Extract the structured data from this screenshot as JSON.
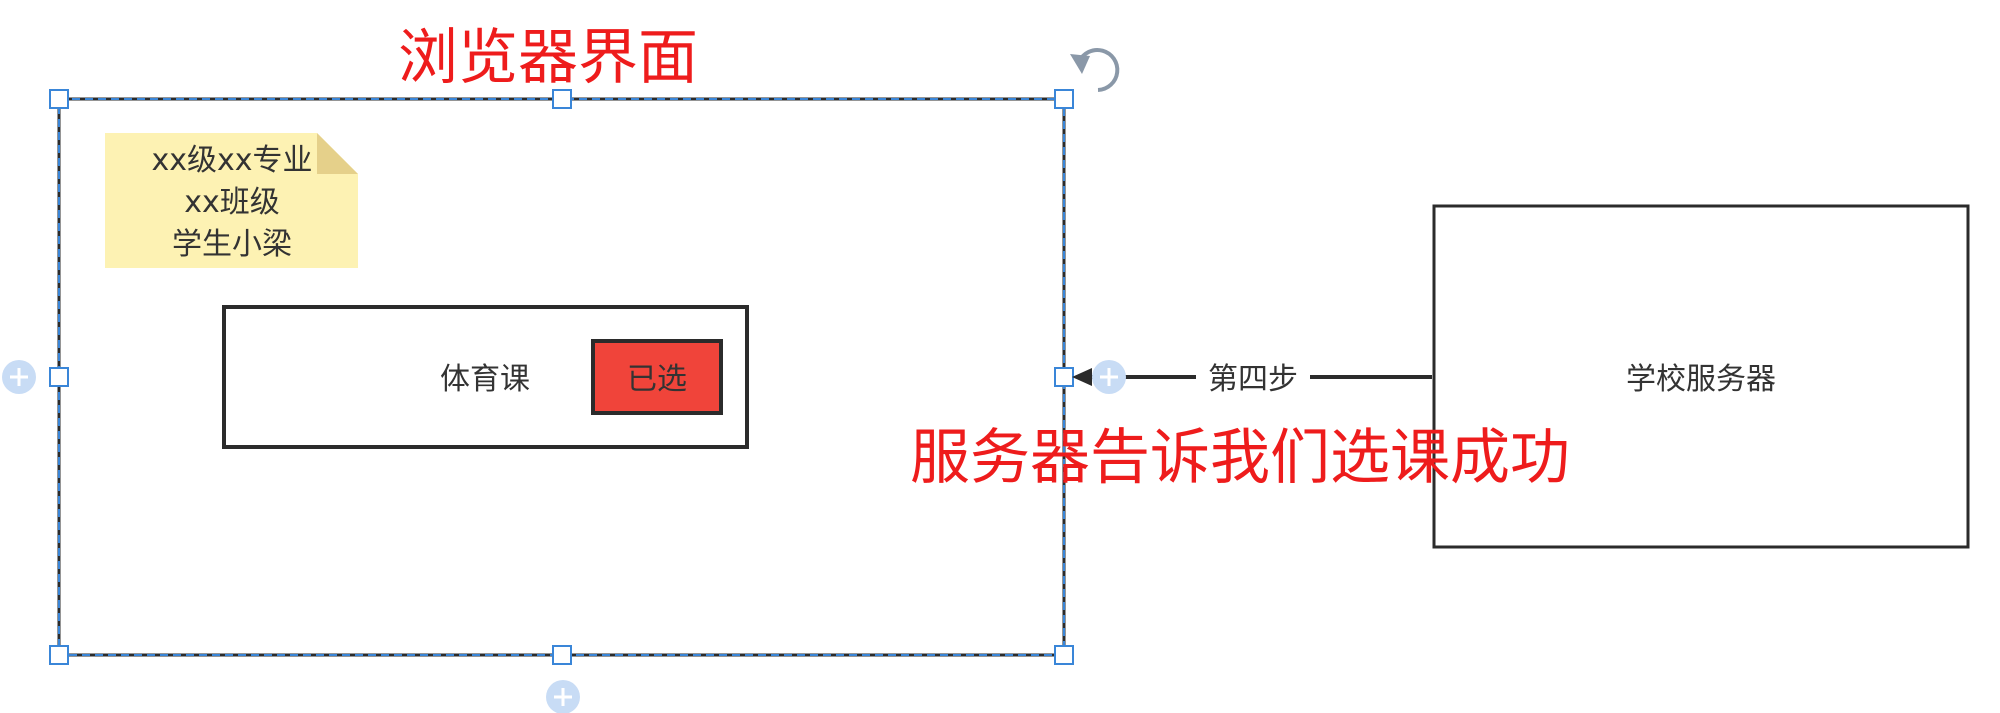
{
  "browser": {
    "title": "浏览器界面",
    "note_lines": [
      "xx级xx专业",
      "xx班级",
      "学生小梁"
    ],
    "course": {
      "name": "体育课",
      "selected_label": "已选"
    }
  },
  "connector": {
    "label": "第四步"
  },
  "server": {
    "label": "学校服务器"
  },
  "message": "服务器告诉我们选课成功",
  "colors": {
    "title_red": "#ee1c1c",
    "button_red": "#f0443a",
    "note_fill": "#fdf2b3",
    "note_fold": "#e5d08a",
    "stroke": "#2b2b2b",
    "selection_blue": "#3a86d8",
    "handle_plus": "#c8dcf5"
  }
}
